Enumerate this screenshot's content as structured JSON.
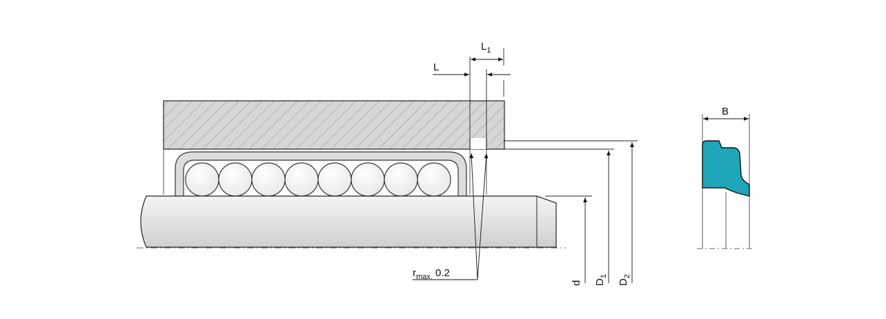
{
  "labels": {
    "L": "L",
    "L1_main": "L",
    "L1_sub": "1",
    "r_main": "r",
    "r_sub": "max.",
    "r_val": " 0.2",
    "d": "d",
    "D1_main": "D",
    "D1_sub": "1",
    "D2_main": "D",
    "D2_sub": "2",
    "B": "B"
  },
  "colors": {
    "seal_fill": "#1fa6b8",
    "housing_fill": "#d6d6d6",
    "hatch": "#9a9a9a",
    "shaft_fill": "#e6e6e6",
    "line": "#222222"
  }
}
